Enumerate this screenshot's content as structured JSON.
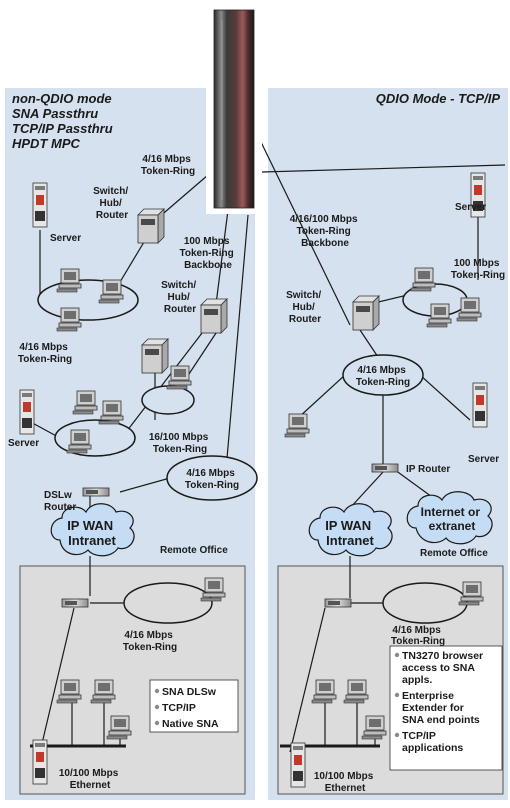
{
  "left_panel": {
    "heading_lines": [
      "non-QDIO mode",
      "SNA Passthru",
      "TCP/IP Passthru",
      "HPDT MPC"
    ],
    "labels": {
      "tr_4_16_top": [
        "4/16 Mbps",
        "Token-Ring"
      ],
      "switch_top": [
        "Switch/",
        "Hub/",
        "Router"
      ],
      "server_top": "Server",
      "backbone_100": [
        "100 Mbps",
        "Token-Ring",
        "Backbone"
      ],
      "switch_mid": [
        "Switch/",
        "Hub/",
        "Router"
      ],
      "tr_4_16_left": [
        "4/16 Mbps",
        "Token-Ring"
      ],
      "tr_16_100": [
        "16/100 Mbps",
        "Token-Ring"
      ],
      "tr_4_16_ellipse": [
        "4/16 Mbps",
        "Token-Ring"
      ],
      "server_bottom": "Server",
      "dlsw_router": [
        "DSLw",
        "Router"
      ],
      "ip_wan": [
        "IP WAN",
        "Intranet"
      ],
      "remote_office": "Remote Office",
      "remote_tr": [
        "4/16 Mbps",
        "Token-Ring"
      ],
      "ethernet": [
        "10/100 Mbps",
        "Ethernet"
      ]
    },
    "bullets": [
      "SNA DLSw",
      "TCP/IP",
      "Native SNA"
    ]
  },
  "right_panel": {
    "heading": "QDIO Mode - TCP/IP",
    "labels": {
      "backbone": [
        "4/16/100 Mbps",
        "Token-Ring",
        "Backbone"
      ],
      "server_top": "Server",
      "tr_100": [
        "100 Mbps",
        "Token-Ring"
      ],
      "switch": [
        "Switch/",
        "Hub/",
        "Router"
      ],
      "tr_4_16": [
        "4/16 Mbps",
        "Token-Ring"
      ],
      "server_right": "Server",
      "ip_router": "IP Router",
      "ip_wan": [
        "IP WAN",
        "Intranet"
      ],
      "internet": [
        "Internet or",
        "extranet"
      ],
      "remote_office": "Remote Office",
      "remote_tr": [
        "4/16 Mbps",
        "Token-Ring"
      ],
      "ethernet": [
        "10/100 Mbps",
        "Ethernet"
      ]
    },
    "bullets": [
      [
        "TN3270 browser",
        "access to SNA",
        "appls."
      ],
      [
        "Enterprise",
        "Extender for",
        "SNA end points"
      ],
      [
        "TCP/IP",
        "applications"
      ]
    ]
  },
  "colors": {
    "panel_bg": "#d5e1ee",
    "remote_bg": "#dcdcdc",
    "cloud_fill": "#c4dcf4",
    "bullet_dot": "#8a8a8a"
  }
}
